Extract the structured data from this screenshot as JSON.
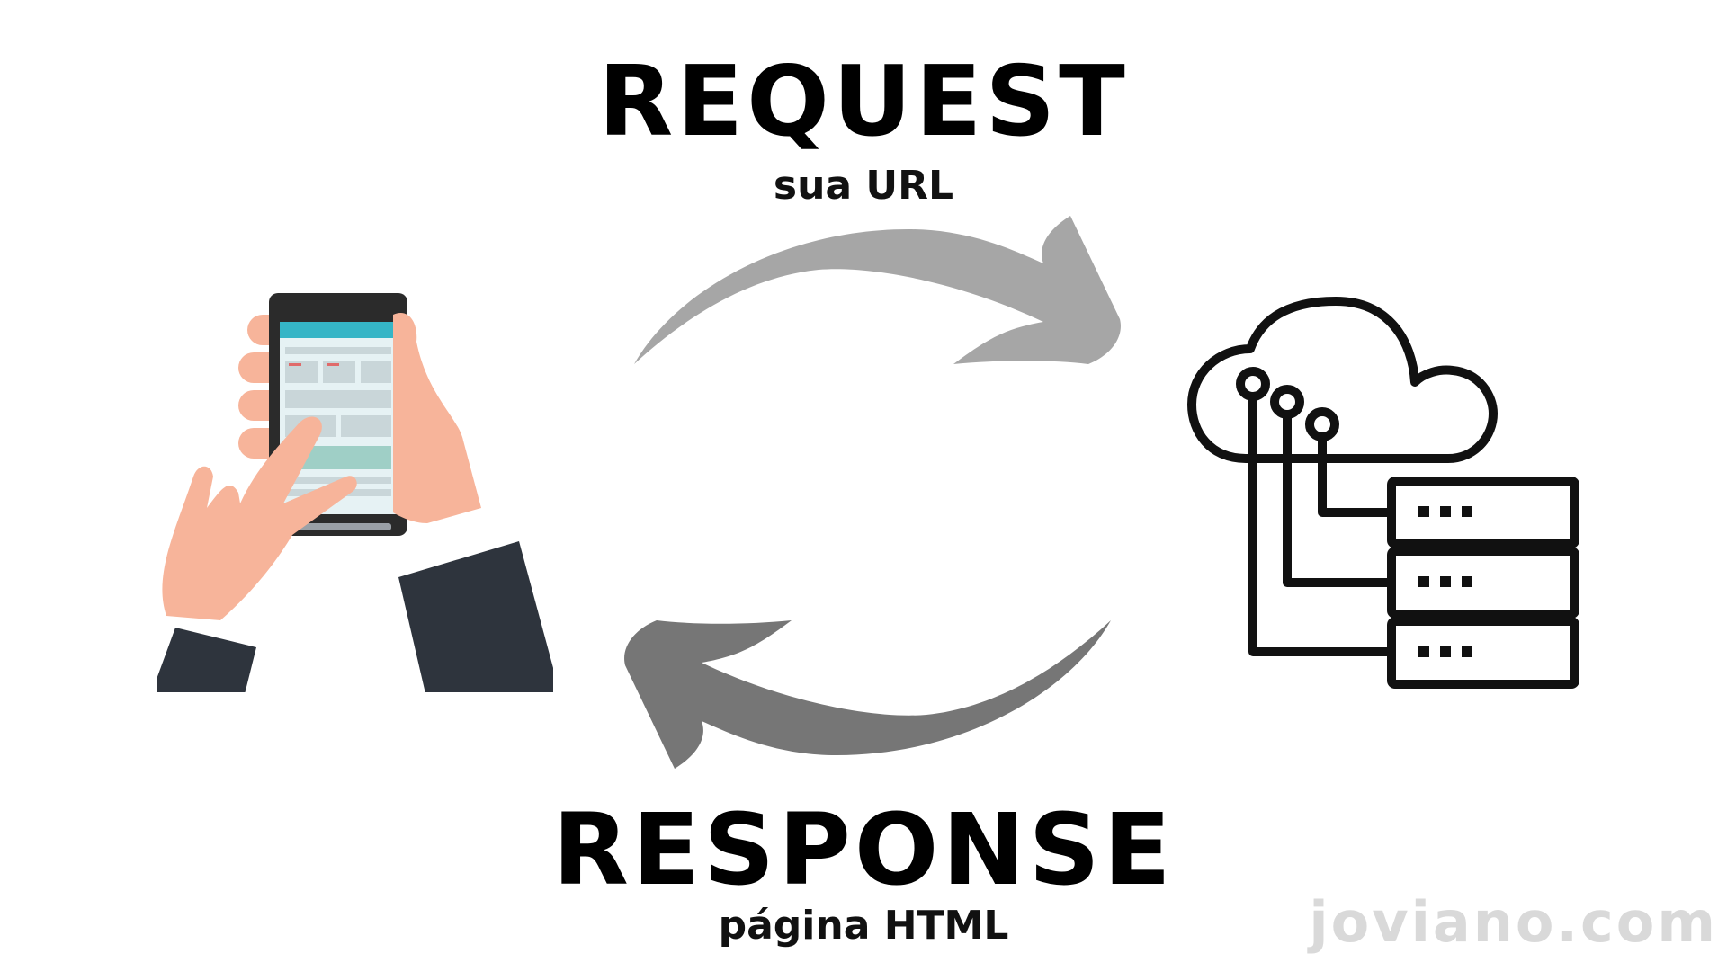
{
  "request": {
    "title": "REQUEST",
    "subtitle": "sua URL"
  },
  "response": {
    "title": "RESPONSE",
    "subtitle": "página HTML"
  },
  "brand": "joviano.com",
  "colors": {
    "request_arrow": "#a6a6a6",
    "response_arrow": "#767676",
    "skin": "#f7b49a",
    "sleeve": "#2e343d",
    "phone": "#2b2b2b",
    "screen_accent": "#35b5c6",
    "server_line": "#111111"
  },
  "icons": {
    "client": "phone-in-hands-icon",
    "server": "cloud-server-icon"
  }
}
